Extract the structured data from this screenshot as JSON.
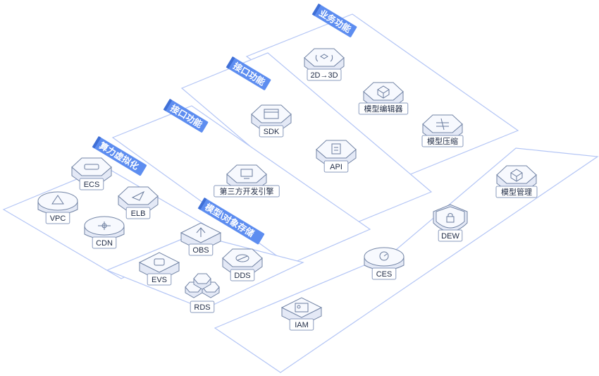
{
  "groups": [
    {
      "id": "g1",
      "label": "算力虚拟化"
    },
    {
      "id": "g2",
      "label": "接口功能"
    },
    {
      "id": "g3",
      "label": "接口功能"
    },
    {
      "id": "g4",
      "label": "业务功能"
    },
    {
      "id": "g5",
      "label": "模型\\对象存储"
    }
  ],
  "nodes": [
    {
      "id": "vpc",
      "label": "VPC",
      "icon": "triangle-icon"
    },
    {
      "id": "ecs",
      "label": "ECS",
      "icon": "server-icon"
    },
    {
      "id": "cdn",
      "label": "CDN",
      "icon": "network-icon"
    },
    {
      "id": "elb",
      "label": "ELB",
      "icon": "send-icon"
    },
    {
      "id": "third",
      "label": "第三方开发引擎",
      "icon": "monitor-icon"
    },
    {
      "id": "sdk",
      "label": "SDK",
      "icon": "window-icon"
    },
    {
      "id": "api",
      "label": "API",
      "icon": "document-icon"
    },
    {
      "id": "2d3d",
      "label": "2D→3D",
      "icon": "cube-rotate-icon"
    },
    {
      "id": "editor",
      "label": "模型编辑器",
      "icon": "cube-icon"
    },
    {
      "id": "compress",
      "label": "模型压缩",
      "icon": "compress-icon"
    },
    {
      "id": "obs",
      "label": "OBS",
      "icon": "upload-icon"
    },
    {
      "id": "evs",
      "label": "EVS",
      "icon": "disk-icon"
    },
    {
      "id": "dds",
      "label": "DDS",
      "icon": "leaf-icon"
    },
    {
      "id": "rds",
      "label": "RDS",
      "icon": "hexagon-cluster-icon"
    },
    {
      "id": "iam",
      "label": "IAM",
      "icon": "id-card-icon"
    },
    {
      "id": "ces",
      "label": "CES",
      "icon": "gauge-icon"
    },
    {
      "id": "dew",
      "label": "DEW",
      "icon": "shield-icon"
    },
    {
      "id": "mgmt",
      "label": "模型管理",
      "icon": "cube-outline-icon"
    }
  ]
}
